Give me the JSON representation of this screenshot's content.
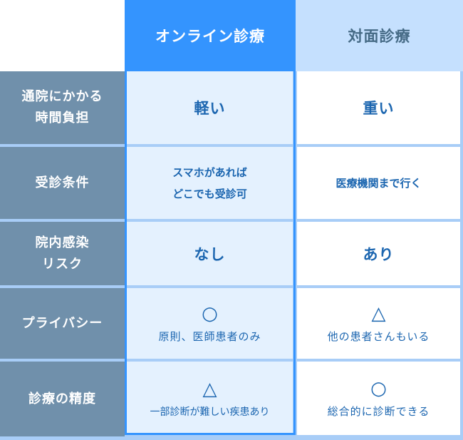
{
  "headers": {
    "online": "オンライン診療",
    "face_to_face": "対面診療"
  },
  "rows": [
    {
      "label_line1": "通院にかかる",
      "label_line2": "時間負担",
      "online": {
        "line1": "軽い"
      },
      "face": {
        "line1": "重い"
      }
    },
    {
      "label_line1": "受診条件",
      "label_line2": "",
      "online": {
        "line1": "スマホがあれば",
        "line2": "どこでも受診可"
      },
      "face": {
        "line1": "医療機関まで行く"
      }
    },
    {
      "label_line1": "院内感染",
      "label_line2": "リスク",
      "online": {
        "line1": "なし"
      },
      "face": {
        "line1": "あり"
      }
    },
    {
      "label_line1": "プライバシー",
      "label_line2": "",
      "online": {
        "mark": "○",
        "text": "原則、医師患者のみ"
      },
      "face": {
        "mark": "△",
        "text": "他の患者さんもいる"
      }
    },
    {
      "label_line1": "診療の精度",
      "label_line2": "",
      "online": {
        "mark": "△",
        "text": "一部診断が難しい疾患あり"
      },
      "face": {
        "mark": "○",
        "text": "総合的に診断できる"
      }
    }
  ],
  "colors": {
    "online_header": "#3494fe",
    "face_header": "#c5e0fe",
    "label_bg": "#7090ab",
    "online_cell_bg": "#e4f1fe",
    "text_blue": "#1c66b0",
    "divider": "#a8cdf7"
  }
}
